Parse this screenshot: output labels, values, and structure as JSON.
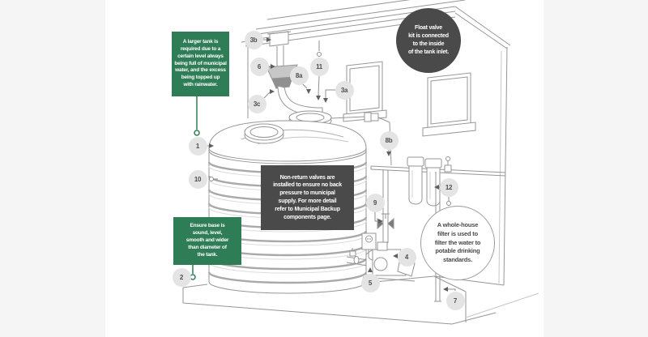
{
  "colors": {
    "green_box": "#2e7d57",
    "dark_box": "#4a4a4a",
    "marker_bg": "#e4e4e4",
    "marker_text": "#4e4e4e",
    "line_art": "#969696"
  },
  "callouts": {
    "larger_tank": "A larger tank is\nrequired due to a\ncertain level always\nbeing full of municipal\nwater, and the excess\nbeing topped up\nwith rainwater.",
    "float_valve": "Float valve\nkit is connected\nto the inside\nof the tank inlet.",
    "non_return": "Non-return valves are\ninstalled to ensure no back\npressure to municipal\nsupply. For more detail\nrefer to Municipal Backup\ncomponents page.",
    "ensure_base": "Ensure base is\nsound, level,\nsmooth and wider\nthan diameter of\nthe tank.",
    "whole_house": "A whole-house\nfilter is used to\nfilter the water to\npotable drinking\nstandards."
  },
  "markers": [
    {
      "id": "1"
    },
    {
      "id": "2"
    },
    {
      "id": "3a"
    },
    {
      "id": "3b"
    },
    {
      "id": "3c"
    },
    {
      "id": "4"
    },
    {
      "id": "5"
    },
    {
      "id": "6"
    },
    {
      "id": "7"
    },
    {
      "id": "8a"
    },
    {
      "id": "8b"
    },
    {
      "id": "9"
    },
    {
      "id": "10"
    },
    {
      "id": "11"
    },
    {
      "id": "12"
    }
  ]
}
